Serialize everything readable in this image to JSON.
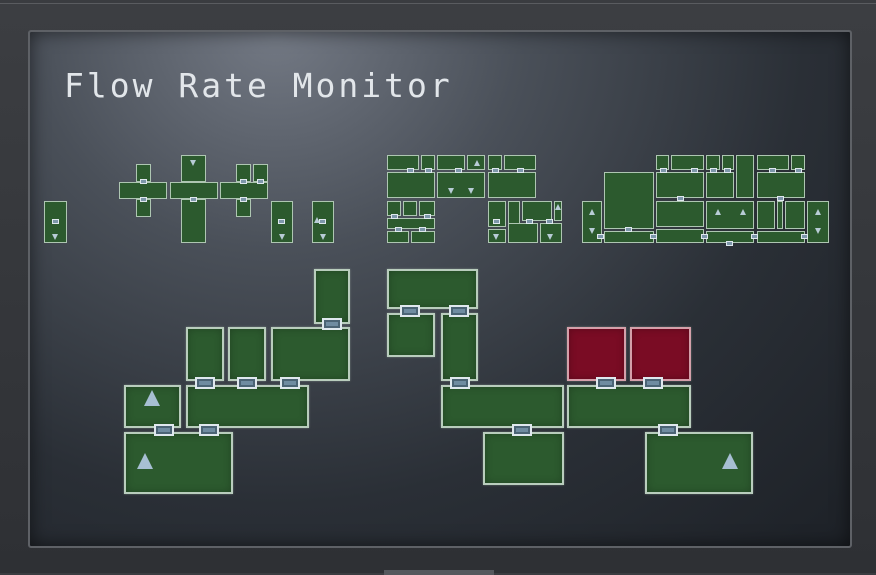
{
  "monitor": {
    "title": "Flow Rate Monitor",
    "colors": {
      "room_normal": "#2c5a2e",
      "room_alarm": "#7a0c24",
      "room_border": "#b9cdbd",
      "door": "#7d97aa",
      "arrow": "#a8c0d0",
      "title_text": "#e2e6ea"
    },
    "sections": [
      {
        "name": "overview-small-left",
        "room_status": "normal"
      },
      {
        "name": "overview-small-middle",
        "room_status": "normal"
      },
      {
        "name": "overview-small-right",
        "room_status": "normal"
      },
      {
        "name": "detail-left",
        "room_status": "normal"
      },
      {
        "name": "detail-middle",
        "room_status": "normal"
      },
      {
        "name": "detail-right",
        "room_status": "2 rooms alarm"
      }
    ],
    "icons": {
      "flow_arrow": "triangle-up-icon",
      "flow_arrow_down": "triangle-down-icon",
      "door": "door-icon"
    }
  }
}
